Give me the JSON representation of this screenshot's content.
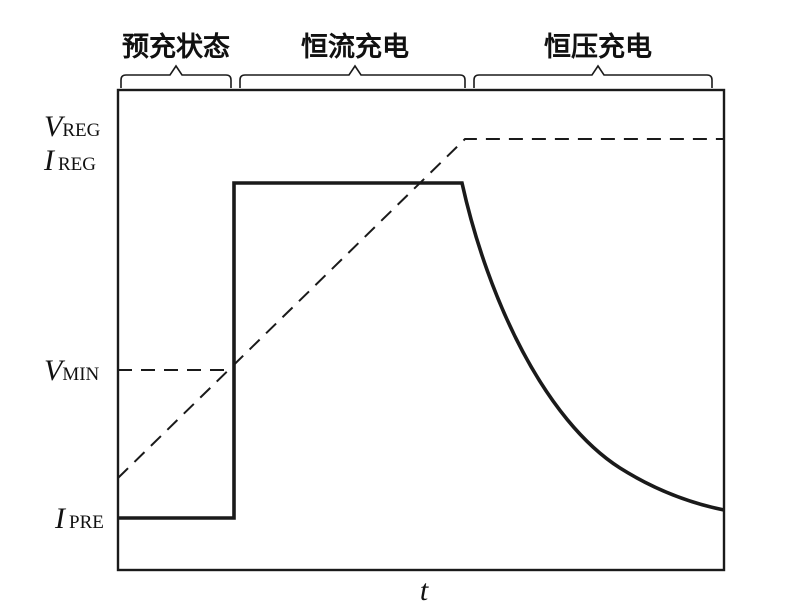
{
  "phases": [
    {
      "label": "预充状态"
    },
    {
      "label": "恒流充电"
    },
    {
      "label": "恒压充电"
    }
  ],
  "y_labels": {
    "vreg": {
      "main": "V",
      "sub": "REG"
    },
    "ireg": {
      "main": "I",
      "sub": "REG"
    },
    "vmin": {
      "main": "V",
      "sub": "MIN"
    },
    "ipre": {
      "main": "I",
      "sub": "PRE"
    }
  },
  "x_label": "t",
  "colors": {
    "line": "#1a1a1a",
    "background": "#ffffff"
  }
}
